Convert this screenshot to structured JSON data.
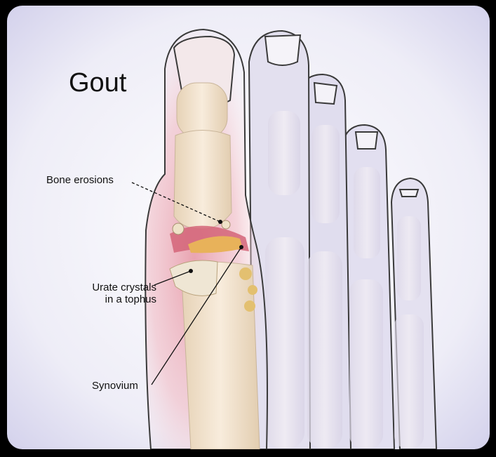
{
  "title": "Gout",
  "labels": {
    "bone_erosions": "Bone erosions",
    "urate_line1": "Urate crystals",
    "urate_line2": "in a tophus",
    "synovium": "Synovium"
  },
  "colors": {
    "background": "#eceaf6",
    "skin_outline": "#3a3a3a",
    "bone": "#f1e3cf",
    "inflammation": "#d87a8c",
    "crystals": "#e3c070"
  }
}
